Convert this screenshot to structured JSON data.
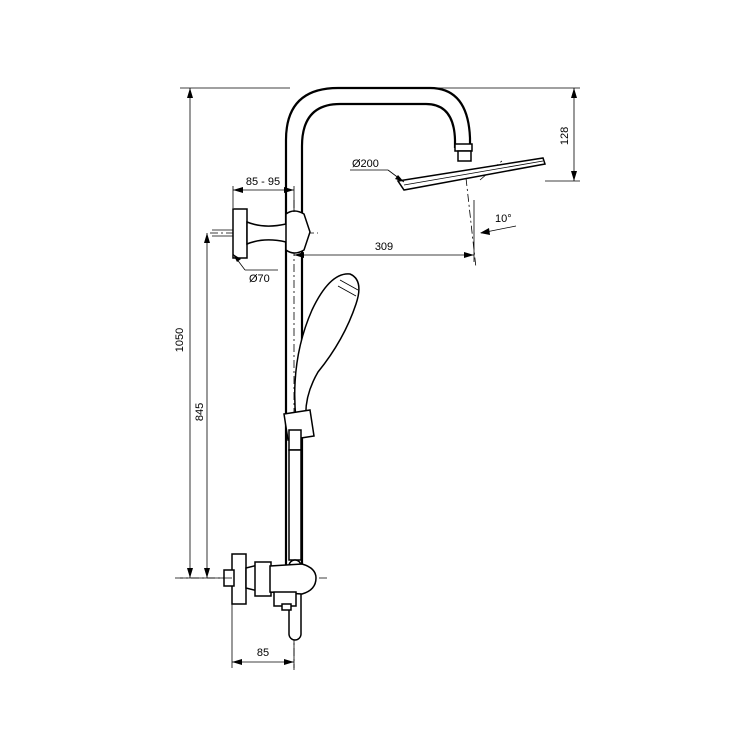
{
  "dimensions": {
    "total_height": "1050",
    "inlet_height": "845",
    "arm_height": "128",
    "bracket_depth": "85 - 95",
    "head_diameter": "Ø200",
    "bracket_diameter": "Ø70",
    "arm_reach": "309",
    "head_angle": "10°",
    "mixer_depth": "85"
  }
}
